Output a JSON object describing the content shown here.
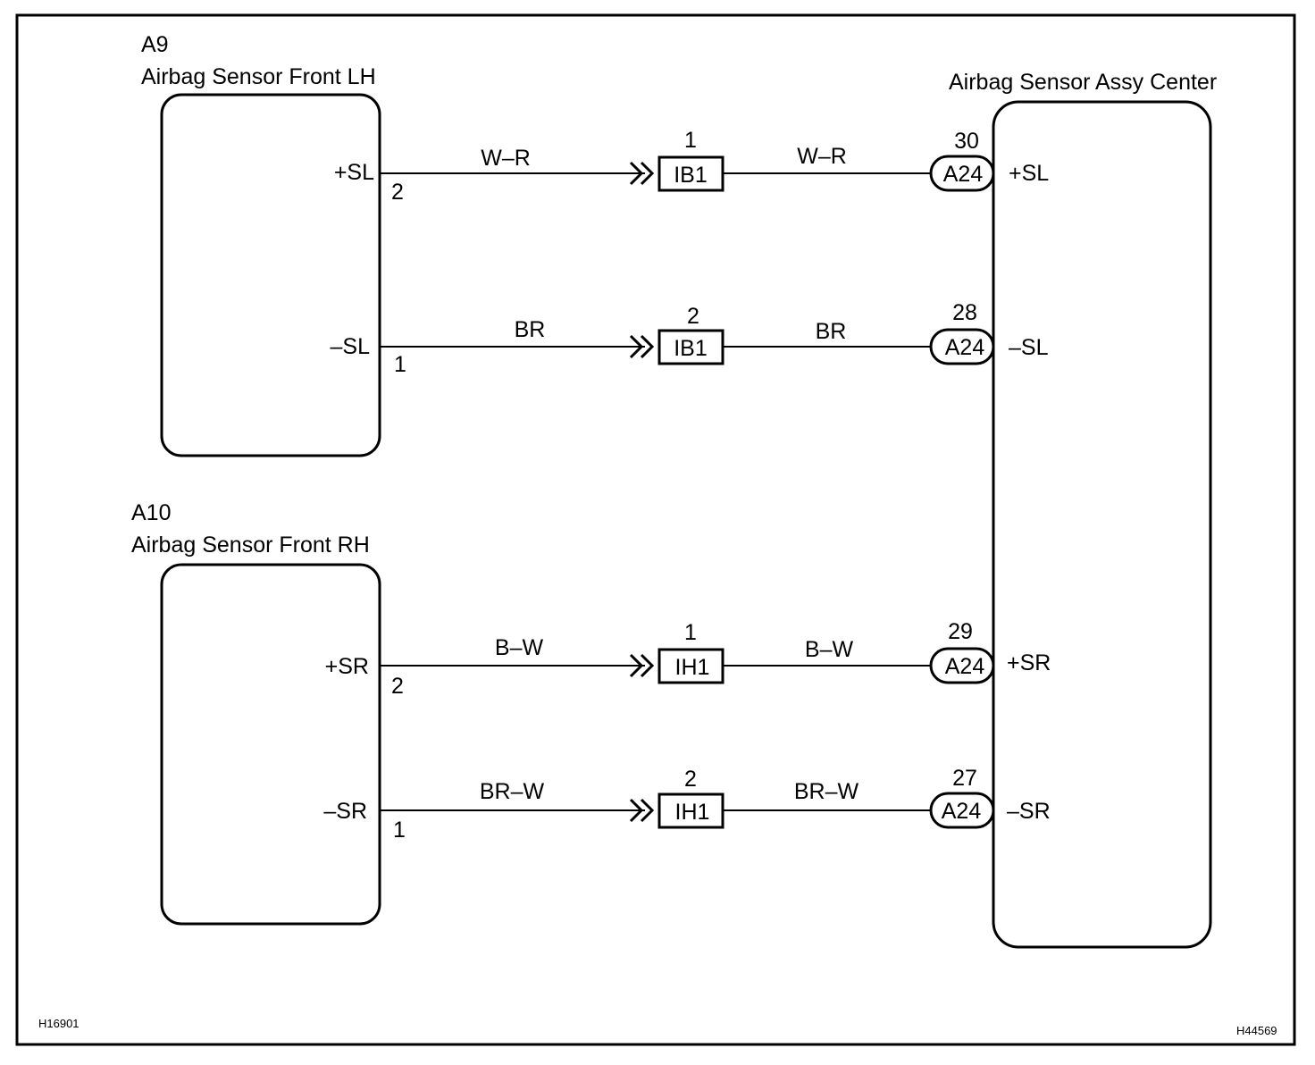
{
  "components": {
    "left_top": {
      "id": "A9",
      "name": "Airbag Sensor Front LH"
    },
    "left_bottom": {
      "id": "A10",
      "name": "Airbag Sensor Front RH"
    },
    "right": {
      "name": "Airbag Sensor Assy Center"
    }
  },
  "circuits": [
    {
      "left_terminal": "+SL",
      "left_pin": "2",
      "wire_left": "W–R",
      "junction_pin": "1",
      "junction": "IB1",
      "wire_right": "W–R",
      "right_pin": "30",
      "right_connector": "A24",
      "right_terminal": "+SL"
    },
    {
      "left_terminal": "–SL",
      "left_pin": "1",
      "wire_left": "BR",
      "junction_pin": "2",
      "junction": "IB1",
      "wire_right": "BR",
      "right_pin": "28",
      "right_connector": "A24",
      "right_terminal": "–SL"
    },
    {
      "left_terminal": "+SR",
      "left_pin": "2",
      "wire_left": "B–W",
      "junction_pin": "1",
      "junction": "IH1",
      "wire_right": "B–W",
      "right_pin": "29",
      "right_connector": "A24",
      "right_terminal": "+SR"
    },
    {
      "left_terminal": "–SR",
      "left_pin": "1",
      "wire_left": "BR–W",
      "junction_pin": "2",
      "junction": "IH1",
      "wire_right": "BR–W",
      "right_pin": "27",
      "right_connector": "A24",
      "right_terminal": "–SR"
    }
  ],
  "footer": {
    "code_left": "H16901",
    "code_right": "H44569"
  }
}
